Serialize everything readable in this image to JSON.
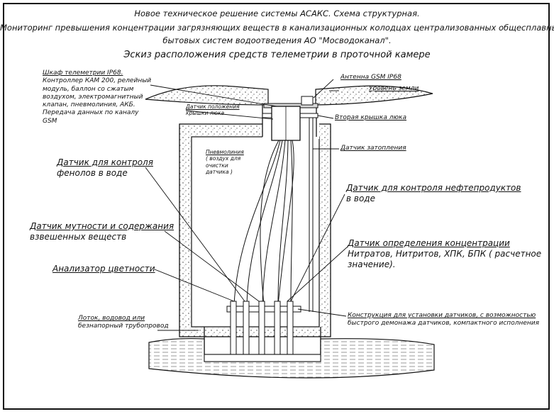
{
  "title": {
    "line1": "Новое техническое решение системы АСАКС. Схема структурная.",
    "line2": "Мониторинг превышения концентрации загрязняющих веществ в канализационных колодцах централизованных общесплавных и",
    "line3": "бытовых систем водоотведения АО \"Мосводоканал\".",
    "subtitle": "Эскиз расположения средств телеметрии в проточной камере"
  },
  "labels": {
    "cabinet_title": "Шкаф телеметрии IP68.",
    "cabinet_lines": [
      "Контроллер КАМ 200, релейный",
      "модуль, баллон со сжатым",
      "воздухом, электромагнитный",
      "клапан, пневмолиния, АКБ.",
      "Передача данных по каналу",
      "GSM"
    ],
    "hatch_sensor_1": "Датчик положения",
    "hatch_sensor_2": "крышки люка",
    "antenna": "Антенна GSM IP68",
    "ground": "Уровень земли",
    "second_lid": "Вторая крышка люка",
    "flood_sensor": "Датчик затопления",
    "pneumo_lines": [
      "Пневмолиния",
      "( воздух для",
      "очистки",
      "датчика )"
    ],
    "phenol_1": "Датчик для контроля",
    "phenol_2": "фенолов в воде",
    "oil_1": "Датчик для контроля нефтепродуктов",
    "oil_2": "в воде",
    "turbidity_1": "Датчик мутности и содержания",
    "turbidity_2": "взвешенных веществ",
    "color": "Анализатор цветности",
    "conc_1": "Датчик определения концентрации",
    "conc_2": "Нитратов, Нитритов, ХПК, БПК ( расчетное",
    "conc_3": "значение).",
    "tray_1": "Лоток, водовод или",
    "tray_2": "безнапорный трубопровод",
    "construction_1": "Конструкция для установки датчиков, с возможностью",
    "construction_2": "быстрого демонажа датчиков, компактного исполнения"
  }
}
